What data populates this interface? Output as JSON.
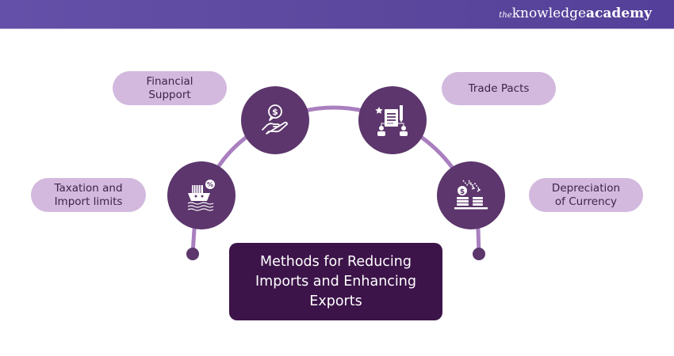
{
  "header": {
    "brand_prefix": "the",
    "brand_main": "knowledge",
    "brand_suffix": "academy",
    "background_color": "#5f4aa2"
  },
  "diagram": {
    "title": "Methods for Reducing Imports and Enhancing Exports",
    "title_lines": [
      "Methods for Reducing",
      "Imports and Enhancing",
      "Exports"
    ],
    "colors": {
      "node": "#5c366c",
      "connector": "#a97fbf",
      "label_pill": "#d3b9de",
      "title_box": "#3c1449"
    },
    "methods": [
      {
        "label_lines": [
          "Taxation and",
          "Import limits"
        ],
        "icon": "cargo-ship-tax-icon"
      },
      {
        "label_lines": [
          "Financial",
          "Support"
        ],
        "icon": "hand-dollar-icon"
      },
      {
        "label_lines": [
          "Trade Pacts"
        ],
        "icon": "contract-agreement-icon"
      },
      {
        "label_lines": [
          "Depreciation",
          "of Currency"
        ],
        "icon": "falling-currency-icon"
      }
    ]
  }
}
